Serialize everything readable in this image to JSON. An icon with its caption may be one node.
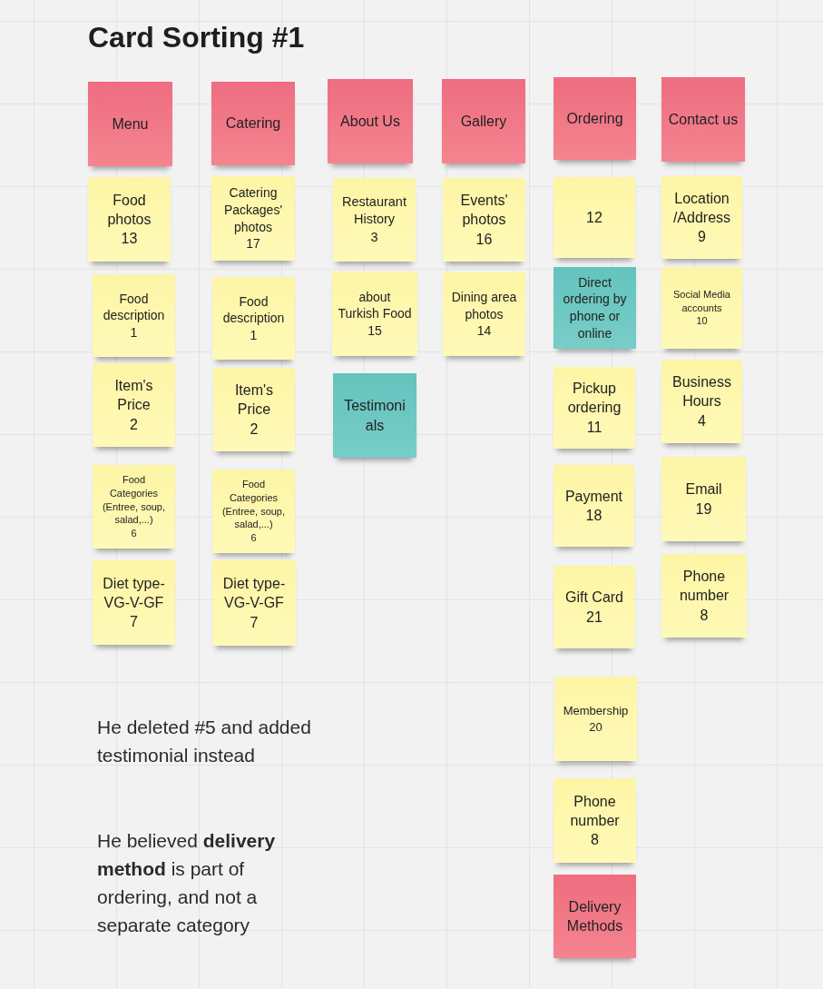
{
  "diagram": {
    "title": "Card Sorting #1",
    "nodes": [
      {
        "text": [
          "Menu"
        ]
      },
      {
        "text": [
          "Food photos",
          "13"
        ]
      },
      {
        "text": [
          "Food description",
          "1"
        ]
      },
      {
        "text": [
          "Item's Price",
          "2"
        ]
      },
      {
        "text": [
          "Food Categories (Entree, soup, salad,...)",
          "6"
        ]
      },
      {
        "text": [
          "Diet type-VG-V-GF",
          "7"
        ]
      },
      {
        "text": [
          "Catering"
        ]
      },
      {
        "text": [
          "Catering Packages' photos",
          "17"
        ]
      },
      {
        "text": [
          "Food description",
          "1"
        ]
      },
      {
        "text": [
          "Item's Price",
          "2"
        ]
      },
      {
        "text": [
          "Food Categories (Entree, soup, salad,...)",
          "6"
        ]
      },
      {
        "text": [
          "Diet type-VG-V-GF",
          "7"
        ]
      },
      {
        "text": [
          "About Us"
        ]
      },
      {
        "text": [
          "Restaurant History",
          "3"
        ]
      },
      {
        "text": [
          "about Turkish Food",
          "15"
        ]
      },
      {
        "text": [
          "Testimonials"
        ]
      },
      {
        "text": [
          "Gallery"
        ]
      },
      {
        "text": [
          "Events' photos",
          "16"
        ]
      },
      {
        "text": [
          "Dining area photos",
          "14"
        ]
      },
      {
        "text": [
          "Ordering"
        ]
      },
      {
        "text": [
          "12"
        ]
      },
      {
        "text": [
          "Direct ordering by phone or online"
        ]
      },
      {
        "text": [
          "Pickup ordering",
          "11"
        ]
      },
      {
        "text": [
          "Payment",
          "18"
        ]
      },
      {
        "text": [
          "Gift Card",
          "21"
        ]
      },
      {
        "text": [
          "Membership",
          "20"
        ]
      },
      {
        "text": [
          "Phone number",
          "8"
        ]
      },
      {
        "text": [
          "Delivery Methods"
        ]
      },
      {
        "text": [
          "Contact us"
        ]
      },
      {
        "text": [
          "Location /Address",
          "9"
        ]
      },
      {
        "text": [
          "Social Media accounts",
          "10"
        ]
      },
      {
        "text": [
          "Business Hours",
          "4"
        ]
      },
      {
        "text": [
          "Email",
          "19"
        ]
      },
      {
        "text": [
          "Phone number",
          "8"
        ]
      }
    ],
    "labels": [
      "He deleted #5 and added testimonial instead",
      "He believed **delivery method** is part of ordering, and not a separate category"
    ]
  }
}
